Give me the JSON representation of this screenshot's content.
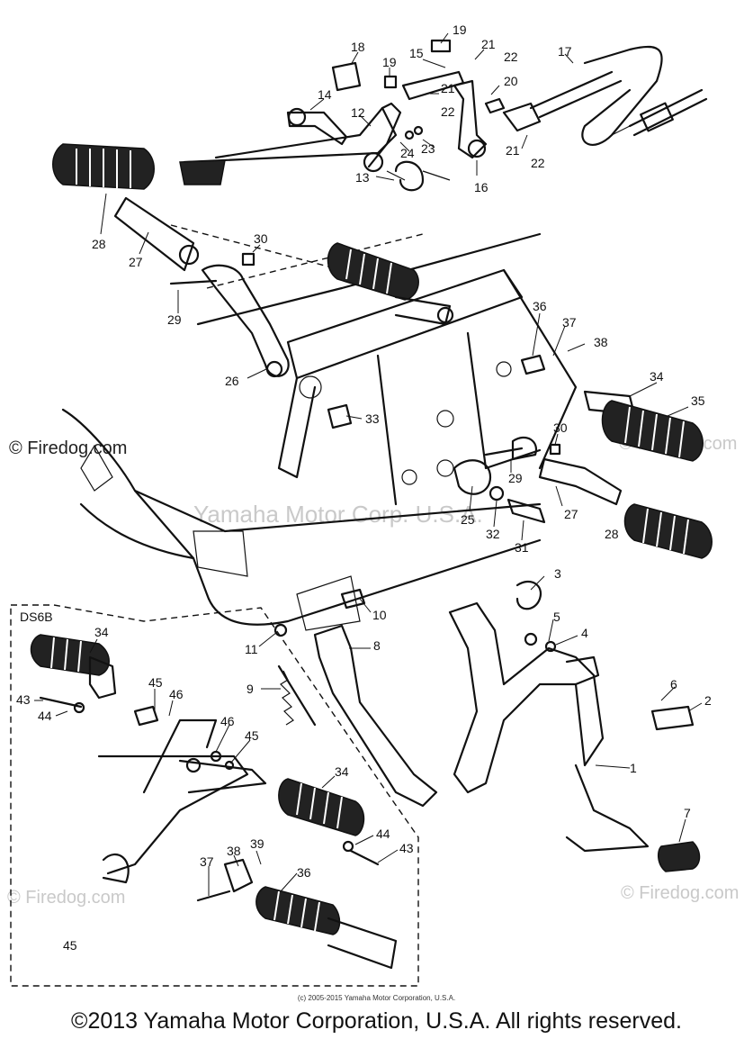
{
  "diagram": {
    "section_label": "DS6B",
    "corner_label": "45",
    "watermark_text": "Yamaha Motor Corp. U.S.A.",
    "brand_watermark": "© Firedog.com",
    "brand_watermark_faint": "© Firedog.com",
    "callouts": [
      {
        "id": "c19a",
        "text": "19"
      },
      {
        "id": "c18",
        "text": "18"
      },
      {
        "id": "c19b",
        "text": "19"
      },
      {
        "id": "c15",
        "text": "15"
      },
      {
        "id": "c21a",
        "text": "21"
      },
      {
        "id": "c22a",
        "text": "22"
      },
      {
        "id": "c17",
        "text": "17"
      },
      {
        "id": "c14",
        "text": "14"
      },
      {
        "id": "c21b",
        "text": "21"
      },
      {
        "id": "c22b",
        "text": "22"
      },
      {
        "id": "c20",
        "text": "20"
      },
      {
        "id": "c12",
        "text": "12"
      },
      {
        "id": "c24",
        "text": "24"
      },
      {
        "id": "c23",
        "text": "23"
      },
      {
        "id": "c21c",
        "text": "21"
      },
      {
        "id": "c22c",
        "text": "22"
      },
      {
        "id": "c16",
        "text": "16"
      },
      {
        "id": "c13",
        "text": "13"
      },
      {
        "id": "c28a",
        "text": "28"
      },
      {
        "id": "c27a",
        "text": "27"
      },
      {
        "id": "c30a",
        "text": "30"
      },
      {
        "id": "c29a",
        "text": "29"
      },
      {
        "id": "c26",
        "text": "26"
      },
      {
        "id": "c36a",
        "text": "36"
      },
      {
        "id": "c37a",
        "text": "37"
      },
      {
        "id": "c38a",
        "text": "38"
      },
      {
        "id": "c34a",
        "text": "34"
      },
      {
        "id": "c35",
        "text": "35"
      },
      {
        "id": "c33",
        "text": "33"
      },
      {
        "id": "c30b",
        "text": "30"
      },
      {
        "id": "c29b",
        "text": "29"
      },
      {
        "id": "c25",
        "text": "25"
      },
      {
        "id": "c32",
        "text": "32"
      },
      {
        "id": "c31",
        "text": "31"
      },
      {
        "id": "c27b",
        "text": "27"
      },
      {
        "id": "c28b",
        "text": "28"
      },
      {
        "id": "c3",
        "text": "3"
      },
      {
        "id": "c10",
        "text": "10"
      },
      {
        "id": "c5",
        "text": "5"
      },
      {
        "id": "c4",
        "text": "4"
      },
      {
        "id": "c11",
        "text": "11"
      },
      {
        "id": "c8",
        "text": "8"
      },
      {
        "id": "c6",
        "text": "6"
      },
      {
        "id": "c2",
        "text": "2"
      },
      {
        "id": "c9",
        "text": "9"
      },
      {
        "id": "c1",
        "text": "1"
      },
      {
        "id": "c7",
        "text": "7"
      },
      {
        "id": "c34b",
        "text": "34"
      },
      {
        "id": "c45a",
        "text": "45"
      },
      {
        "id": "c46a",
        "text": "46"
      },
      {
        "id": "c43a",
        "text": "43"
      },
      {
        "id": "c44a",
        "text": "44"
      },
      {
        "id": "c46b",
        "text": "46"
      },
      {
        "id": "c45b",
        "text": "45"
      },
      {
        "id": "c34c",
        "text": "34"
      },
      {
        "id": "c44b",
        "text": "44"
      },
      {
        "id": "c43b",
        "text": "43"
      },
      {
        "id": "c39",
        "text": "39"
      },
      {
        "id": "c38b",
        "text": "38"
      },
      {
        "id": "c37b",
        "text": "37"
      },
      {
        "id": "c36b",
        "text": "36"
      }
    ]
  },
  "footer": {
    "small_notice": "(c) 2005-2015 Yamaha Motor Corporation, U.S.A.",
    "copyright": "©2013 Yamaha Motor Corporation, U.S.A. All rights reserved."
  }
}
